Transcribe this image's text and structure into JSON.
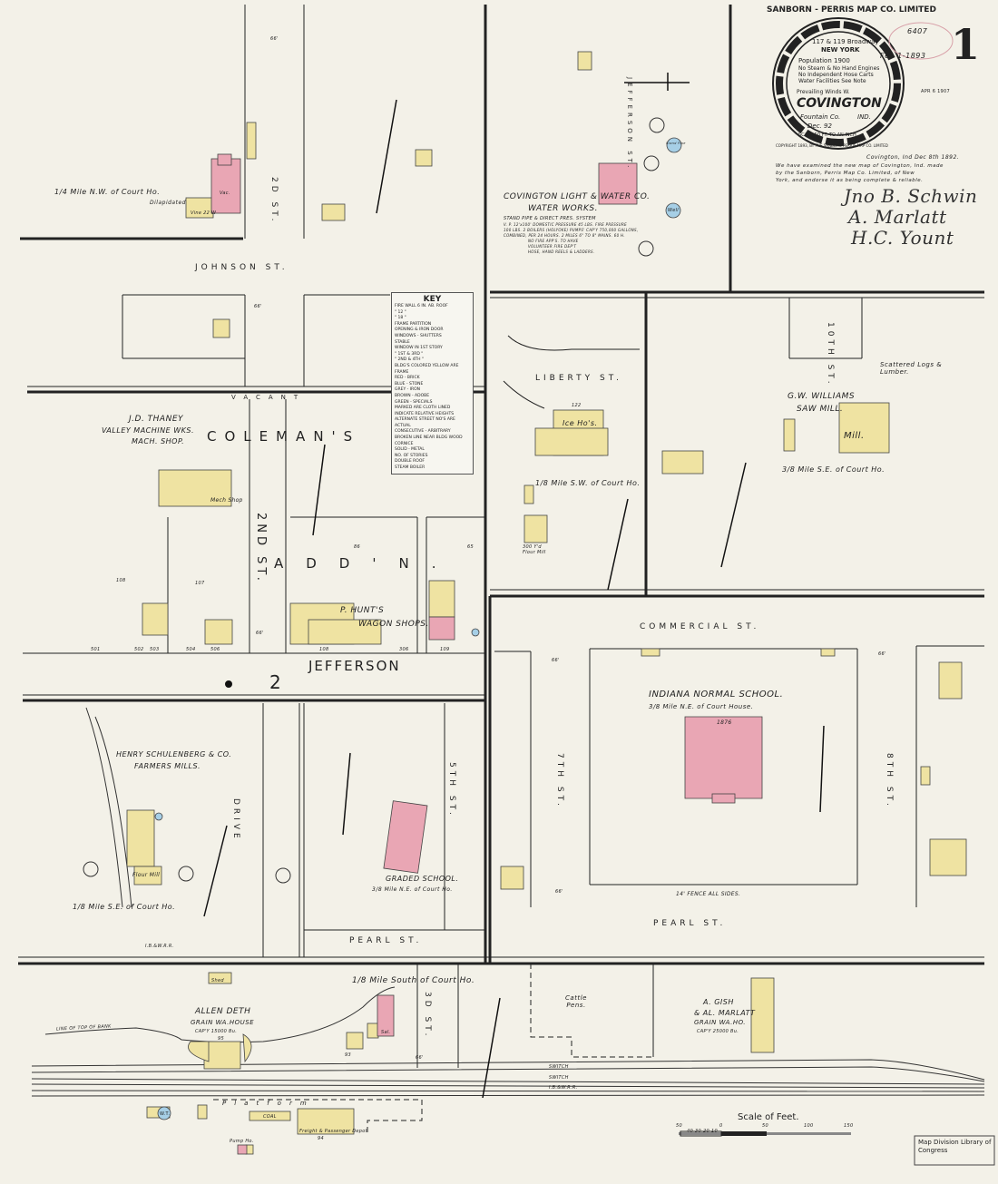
{
  "colors": {
    "brick": "#e9a6b4",
    "frame": "#efe3a2",
    "stone_blue": "#a6cfe6",
    "street_line": "#222222",
    "paper": "#f3f1e8"
  },
  "sheet": {
    "number": "1",
    "accession": "6407",
    "date_received": "Feb 1-1893",
    "copyright_stamp": "APR 6 1907",
    "library_stamp": "Map Division Library of Congress"
  },
  "seal": {
    "company": "SANBORN - PERRIS MAP CO. LIMITED",
    "address": "117 & 119 Broadway",
    "city": "NEW YORK",
    "population": "Population 1900",
    "engines": "No Steam & No Hand Engines",
    "hose": "No Independent Hose Carts",
    "water": "Water Facilities See Note",
    "winds": "Prevailing Winds W.",
    "town": "COVINGTON",
    "county": "Fountain Co.",
    "state": "IND.",
    "date": "Dec. 92",
    "scale": "SCALE 50 FT. TO AN INCH.",
    "copyright": "COPYRIGHT 1893, BY THE SANBORN-PERRIS MAP CO. LIMITED"
  },
  "endorsement": {
    "heading": "Covington, Ind Dec 8th 1892.",
    "text": [
      "We have examined the new map of Covington, Ind. made",
      "by the Sanborn, Perris Map Co. Limited, of New",
      "York, and endorse it as being complete & reliable."
    ],
    "signatures": [
      "Jno B. Schwin",
      "A. Marlatt",
      "H.C. Yount"
    ]
  },
  "key": {
    "title": "KEY",
    "items": [
      "FIRE WALL 6 IN. AB. ROOF",
      "\" 12 \"",
      "\" 18 \"",
      "FRAME PARTITION",
      "OPENING & IRON DOOR",
      "WINDOWS - SHUTTERS",
      "STABLE",
      "WINDOW IN 1ST STORY",
      "\" 1ST & 3RD \"",
      "\" 2ND & 4TH \"",
      "BLDG'S COLORED YELLOW ARE FRAME",
      "RED - BRICK",
      "BLUE - STONE",
      "GREY - IRON",
      "BROWN - ADOBE",
      "GREEN - SPECIALS",
      "MARKED ARE CLOTH LINED",
      "INDICATE RELATIVE HEIGHTS",
      "ALTERNATE STREET NO'S ARE ACTUAL",
      "CONSECUTIVE - ARBITRARY",
      "BROKEN LINE NEAR BLDG WOOD CORNICE",
      "SOLID - METAL"
    ],
    "side_labels": [
      "NO. OF STORIES",
      "DOUBLE ROOF",
      "STEAM BOILER"
    ]
  },
  "streets": {
    "johnson": "JOHNSON ST.",
    "second_top": "2D ST.",
    "jefferson_v": "JEFFERSON ST.",
    "liberty": "LIBERTY ST.",
    "tenth": "10TH ST.",
    "second": "2ND ST.",
    "jefferson": "JEFFERSON",
    "commercial": "COMMERCIAL ST.",
    "seventh": "7TH ST.",
    "eighth": "8TH ST.",
    "pearl_right": "PEARL ST.",
    "pearl_left": "PEARL ST.",
    "fifth": "5TH ST.",
    "third": "3D ST.",
    "drive": "DRIVE",
    "switch1": "SWITCH",
    "switch2": "SWITCH",
    "railroad": "I.B.&W.R.R.",
    "railroad_left": "I.B.&W.R.R.",
    "ward": "2",
    "coleman": "COLEMAN'S",
    "addn": "ADD'N.",
    "vacant": "VACANT"
  },
  "places": {
    "nw": "1/4 Mile N.W. of Court Ho.",
    "dilapidated": "Dilapidated",
    "vac": "Vac.",
    "vine": "Vine 22 W",
    "waterworks_1": "COVINGTON LIGHT & WATER CO.",
    "waterworks_2": "WATER WORKS.",
    "waterworks_spec": [
      "STAND PIPE & DIRECT PRES. SYSTEM",
      "V. P. 12'x100' DOMESTIC PRESSURE 45 LBS. FIRE PRESSURE",
      "100 LBS. 2 BOILERS (HOLYOKE) PUMPS' CAP'Y 750,000 GALLONS,",
      "COMBINED, PER 24 HOURS. 2 MILES 6\" TO 8\" MAINS. 60 H.",
      "NO FIRE APP'S. TO HAVE",
      "VOLUNTEER FIRE DEP'T",
      "HOSE, HAND REELS & LADDERS."
    ],
    "stand_pipe": "Stand Pipe",
    "well": "Well",
    "ice": "Ice Ho's.",
    "sw": "1/8 Mile S.W. of Court Ho.",
    "flour300": "300 Y'd Flour Mill",
    "lumber": "Scattered Logs & Lumber.",
    "williams_1": "G.W. WILLIAMS",
    "williams_2": "SAW MILL.",
    "mill": "Mill.",
    "se_mill": "3/8 Mile S.E. of Court Ho.",
    "thaney_1": "J.D. THANEY",
    "thaney_2": "VALLEY MACHINE WKS.",
    "thaney_3": "MACH. SHOP.",
    "mech": "Mech Shop",
    "hunt_1": "P. HUNT'S",
    "hunt_2": "WAGON SHOPS.",
    "normal_1": "INDIANA NORMAL SCHOOL.",
    "normal_2": "3/8 Mile N.E. of Court House.",
    "normal_year": "1876",
    "fence": "14' FENCE ALL SIDES.",
    "schulenberg_1": "HENRY SCHULENBERG & CO.",
    "schulenberg_2": "FARMERS MILLS.",
    "flourmill": "Flour Mill",
    "se_farm": "1/8 Mile S.E. of Court Ho.",
    "graded_1": "GRADED SCHOOL.",
    "graded_2": "3/8 Mile N.E. of Court Ho.",
    "south": "1/8 Mile South of Court Ho.",
    "bank": "LINE OF TOP OF BANK",
    "deth_1": "ALLEN DETH",
    "deth_2": "GRAIN WA.HOUSE",
    "deth_3": "CAP'Y 15000 Bu.",
    "cattle": "Cattle Pens.",
    "gish_1": "A. GISH",
    "gish_2": "& AL. MARLATT",
    "gish_3": "GRAIN WA.HO.",
    "gish_4": "CAP'Y 25000 Bu.",
    "platform": "Platform",
    "coal": "COAL",
    "depot": "Freight & Passenger Depot",
    "pump": "Pump Ho.",
    "shed": "Shed",
    "sal": "Sal.",
    "wt": "W.T."
  },
  "numbers": [
    "501",
    "502",
    "503",
    "504",
    "506",
    "108",
    "306",
    "109",
    "107",
    "108",
    "86",
    "65",
    "122",
    "93",
    "94",
    "95",
    "66'",
    "66'",
    "66'",
    "66'",
    "66'",
    "66'",
    "66'"
  ],
  "scale": {
    "title": "Scale of Feet.",
    "ticks": [
      "50",
      "40",
      "30",
      "20",
      "10",
      "0",
      "50",
      "100",
      "150"
    ]
  }
}
